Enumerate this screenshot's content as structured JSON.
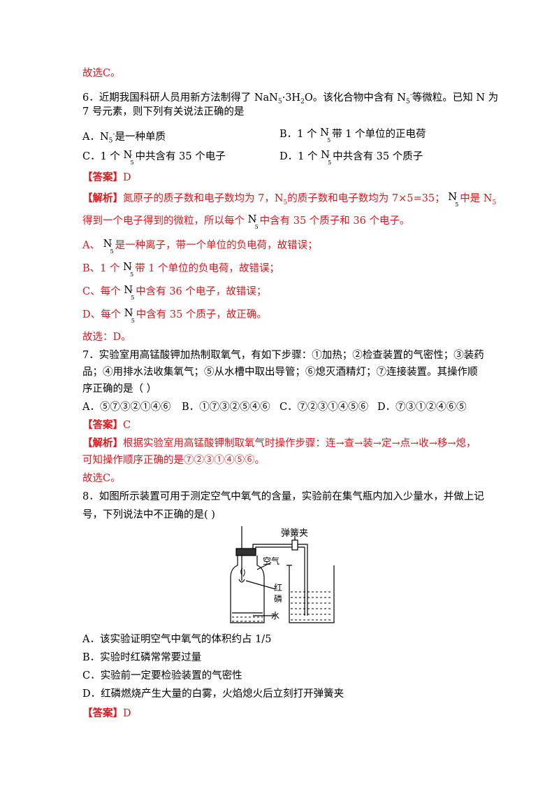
{
  "q5": {
    "conclusion": "故选C。"
  },
  "q6": {
    "stem_line1_a": "6．近期我国科研人员用新方法制得了 NaN",
    "stem_line1_b": "·3H",
    "stem_line1_c": "O。该化合物中含有 N",
    "stem_line1_d": "等微粒。已知 N 为",
    "stem_line2": "7 号元素，则下列有关说法正确的是",
    "sub5": "5",
    "sub2": "2",
    "charge": "-",
    "ionN": "N",
    "optA_a": "A．N",
    "optA_b": "是一种单质",
    "optB_a": "B．1 个",
    "optB_b": "带 1 个单位的正电荷",
    "optC_a": "C．1 个",
    "optC_b": "中共含有 35 个电子",
    "optD_a": "D．1 个",
    "optD_b": "中共含有 35 个质子",
    "answer_label": "【答案】",
    "answer": "D",
    "analysis_label": "【解析】",
    "analysis_l1_a": "氮原子的质子数和电子数均为 7，N",
    "analysis_l1_b": "的质子数和电子数均为 7×5=35；",
    "analysis_l1_c": "中是 N",
    "analysis_l2_a": "得到一个电子得到的微粒，所以每个",
    "analysis_l2_b": "中含有 35 个质子和 36 个电子。",
    "expA_a": "A、",
    "expA_b": "是一种离子，带一个单位的负电荷，故错误；",
    "expB_a": "B、1 个",
    "expB_b": "带 1 个单位的负电荷，故错误；",
    "expC_a": "C、每个",
    "expC_b": "中含有 36 个电子，故错误；",
    "expD_a": "D、每个",
    "expD_b": "中含有 35 个质子，故正确。",
    "conclusion": "故选：D。"
  },
  "q7": {
    "stem_l1": "7．实验室用高锰酸钾加热制取氧气，有如下步骤：①加热；②检查装置的气密性；③装药",
    "stem_l2": "品；④用排水法收集氧气；⑤从水槽中取出导管；⑥熄灭酒精灯；⑦连接装置。其操作顺",
    "stem_l3": "序正确的是（        ）",
    "optA": "A．⑤⑦③②①④⑥",
    "optB": "B．①⑦③②⑤④⑥",
    "optC": "C．⑦②③①④⑤⑥",
    "optD": "D．⑦③①②④⑥⑤",
    "answer_label": "【答案】",
    "answer": "C",
    "analysis_label": "【解析】",
    "analysis_l1": "根据实验室用高锰酸钾制取氧气时操作步骤：连→查→装→定→点→收→移→熄，",
    "analysis_l2": "可知操作顺序正确的是⑦②③①④⑤⑥。",
    "conclusion": "故选C。"
  },
  "q8": {
    "stem_l1": "8．如图所示装置可用于测定空气中氧气的含量，实验前在集气瓶内加入少量水，并做上记",
    "stem_l2": "号，下列说法中不正确的是(    )",
    "figure": {
      "label_clip": "弹簧夹",
      "label_air": "空气",
      "label_p1": "红",
      "label_p2": "磷",
      "label_water": "水"
    },
    "optA": "A．该实验证明空气中氧气的体积约占 1/5",
    "optB": "B．实验时红磷常常要过量",
    "optC": "C．实验前一定要检验装置的气密性",
    "optD": "D．红磷燃烧产生大量的白雾，火焰熄火后立刻打开弹簧夹",
    "answer_label": "【答案】",
    "answer": "D"
  }
}
